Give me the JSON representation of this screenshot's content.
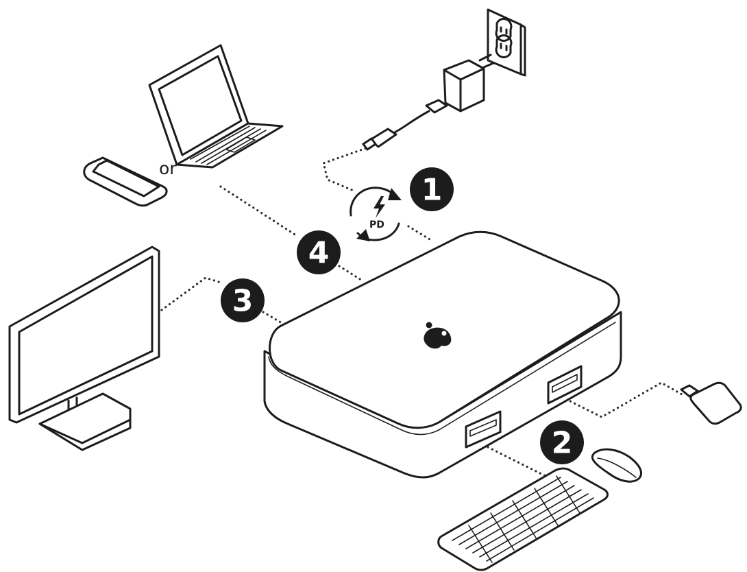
{
  "labels": {
    "or": "or",
    "pd": "PD"
  },
  "steps": [
    {
      "number": "1"
    },
    {
      "number": "2"
    },
    {
      "number": "3"
    },
    {
      "number": "4"
    }
  ],
  "icons": [
    "wall-outlet-icon",
    "power-adapter-icon",
    "laptop-icon",
    "smartphone-icon",
    "monitor-icon",
    "docking-hub-icon",
    "usb-flash-drive-icon",
    "mouse-icon",
    "keyboard-icon",
    "power-delivery-icon"
  ]
}
